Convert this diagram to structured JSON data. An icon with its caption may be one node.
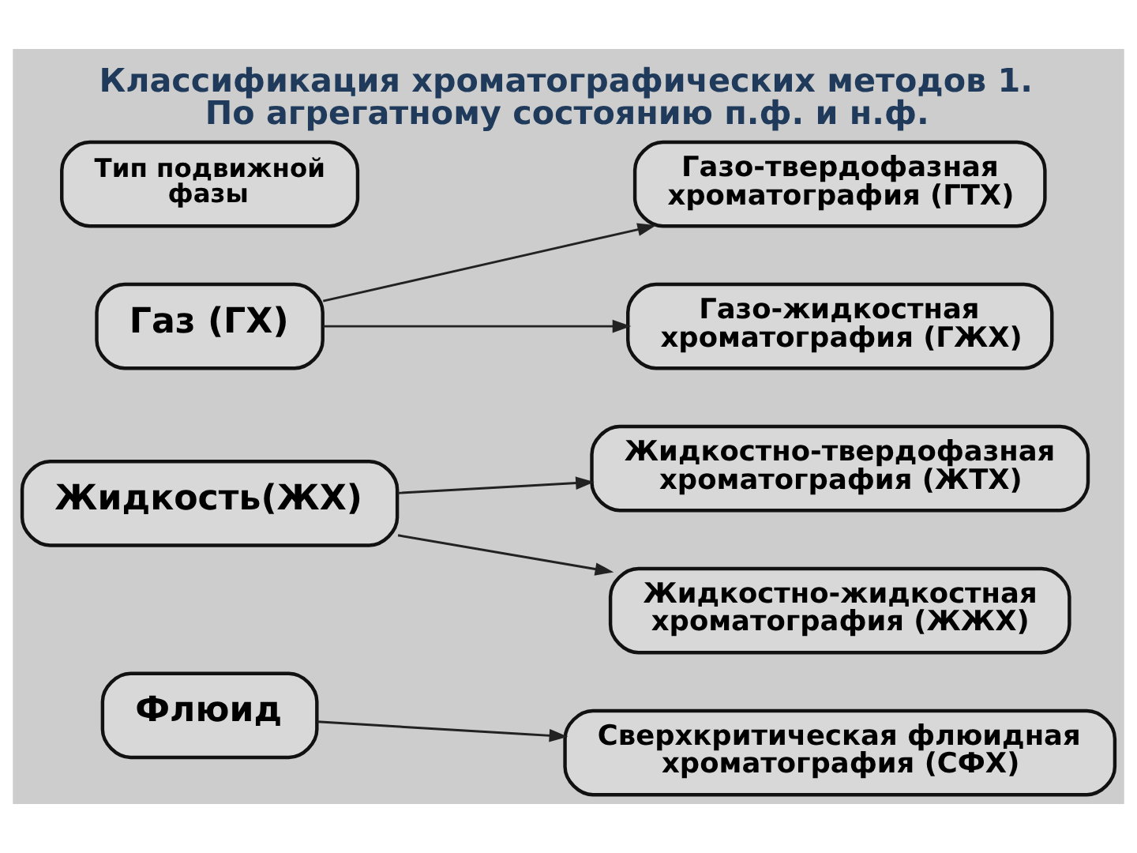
{
  "diagram": {
    "title": "Классификация хроматографических методов 1. По агрегатному состоянию п.ф. и н.ф.",
    "nodes": [
      {
        "text": [
          "Тип подвижной фазы"
        ]
      },
      {
        "text": [
          "Газ (ГХ)"
        ]
      },
      {
        "text": [
          "Жидкость(ЖХ)"
        ]
      },
      {
        "text": [
          "Флюид"
        ]
      },
      {
        "text": [
          "Газо-твердофазная хроматография (ГТХ)"
        ]
      },
      {
        "text": [
          "Газо-жидкостная хроматография (ГЖХ)"
        ]
      },
      {
        "text": [
          "Жидкостно-твердофазная хроматография (ЖТХ)"
        ]
      },
      {
        "text": [
          "Жидкостно-жидкостная хроматография (ЖЖХ)"
        ]
      },
      {
        "text": [
          "Сверхкритическая флюидная хроматография (СФХ)"
        ]
      }
    ],
    "edges": [
      {
        "from": 1,
        "to": 4,
        "arrow": "to"
      },
      {
        "from": 1,
        "to": 5,
        "arrow": "to"
      },
      {
        "from": 2,
        "to": 6,
        "arrow": "to"
      },
      {
        "from": 2,
        "to": 7,
        "arrow": "to"
      },
      {
        "from": 3,
        "to": 8,
        "arrow": "to"
      }
    ]
  }
}
